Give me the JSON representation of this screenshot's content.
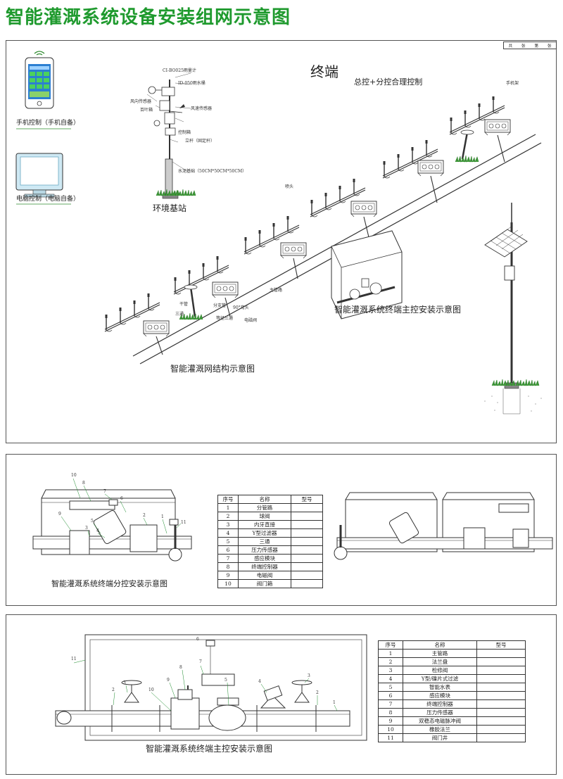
{
  "title": "智能灌溉系统设备安装组网示意图",
  "colors": {
    "title_green": "#1f9a2e",
    "accent_green": "#1a8a2a",
    "line": "#333333"
  },
  "panel1": {
    "terminal_title": "终端",
    "terminal_subtitle": "总控+分控合理控制",
    "phone_label": "手机控制（手机自备）",
    "pc_label": "电脑控制（电脑自备）",
    "station_caption": "环境基站",
    "network_caption": "智能灌溉网结构示意图",
    "main_box_caption": "智能灌溉系统终端主控安装示意图",
    "station_labels": [
      "CI-BO025雨量计",
      "ID-050雨水桶",
      "风向传感器",
      "百叶箱",
      "风速传感器",
      "控制箱",
      "立杆（固定杆）",
      "水泥基础（50CM*50CM*50CM）"
    ],
    "pipe_labels": [
      "喷头",
      "干管",
      "主管路",
      "分支管",
      "90°弯头",
      "三通",
      "电磁阀",
      "等径三通",
      "手机架"
    ],
    "titleblock": [
      "共",
      "张",
      "第",
      "张"
    ]
  },
  "panel2": {
    "caption": "智能灌溉系统终端分控安装示意图",
    "table_headers": [
      "序号",
      "名称",
      "型号"
    ],
    "table_rows": [
      [
        "1",
        "分管路",
        ""
      ],
      [
        "2",
        "球阀",
        ""
      ],
      [
        "3",
        "内牙直接",
        ""
      ],
      [
        "4",
        "Y型过滤器",
        ""
      ],
      [
        "5",
        "三通",
        ""
      ],
      [
        "6",
        "压力传感器",
        ""
      ],
      [
        "7",
        "感应模块",
        ""
      ],
      [
        "8",
        "终端控制器",
        ""
      ],
      [
        "9",
        "电磁阀",
        ""
      ],
      [
        "10",
        "阀门箱",
        ""
      ]
    ],
    "callouts": [
      "10",
      "8",
      "7",
      "6",
      "9",
      "5",
      "4",
      "3",
      "2",
      "1",
      "11"
    ]
  },
  "panel3": {
    "caption": "智能灌溉系统终端主控安装示意图",
    "table_headers": [
      "序号",
      "名称",
      "型号"
    ],
    "table_rows": [
      [
        "1",
        "主管路",
        ""
      ],
      [
        "2",
        "法兰盘",
        ""
      ],
      [
        "3",
        "检修阀",
        ""
      ],
      [
        "4",
        "Y型/碟片式过滤",
        ""
      ],
      [
        "5",
        "智能水表",
        ""
      ],
      [
        "6",
        "感应模块",
        ""
      ],
      [
        "7",
        "终端控制器",
        ""
      ],
      [
        "8",
        "压力传感器",
        ""
      ],
      [
        "9",
        "双稳态电磁脉冲阀",
        ""
      ],
      [
        "10",
        "橡胶法兰",
        ""
      ],
      [
        "11",
        "阀门井",
        ""
      ]
    ],
    "callouts": [
      "6",
      "11",
      "7",
      "8",
      "9",
      "3",
      "3",
      "10",
      "4",
      "2",
      "2",
      "5",
      "1"
    ]
  }
}
